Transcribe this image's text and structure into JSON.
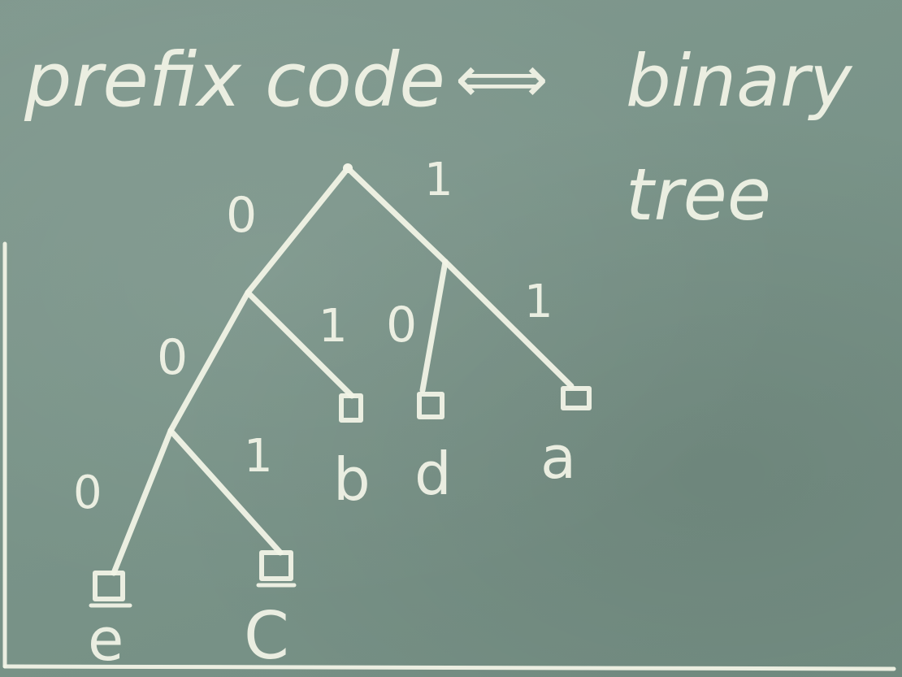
{
  "board": {
    "heading_left": "prefix code",
    "arrow": "⟺",
    "heading_right_line1": "binary",
    "heading_right_line2": "tree",
    "edges": {
      "root_left": "0",
      "root_right": "1",
      "n1_left": "0",
      "n1_right": "1",
      "n2_left": "0",
      "n2_right": "1",
      "n3_left": "0",
      "n3_right": "1"
    },
    "leaves": {
      "e": "e",
      "c": "C",
      "b": "b",
      "d": "d",
      "a": "a"
    }
  }
}
